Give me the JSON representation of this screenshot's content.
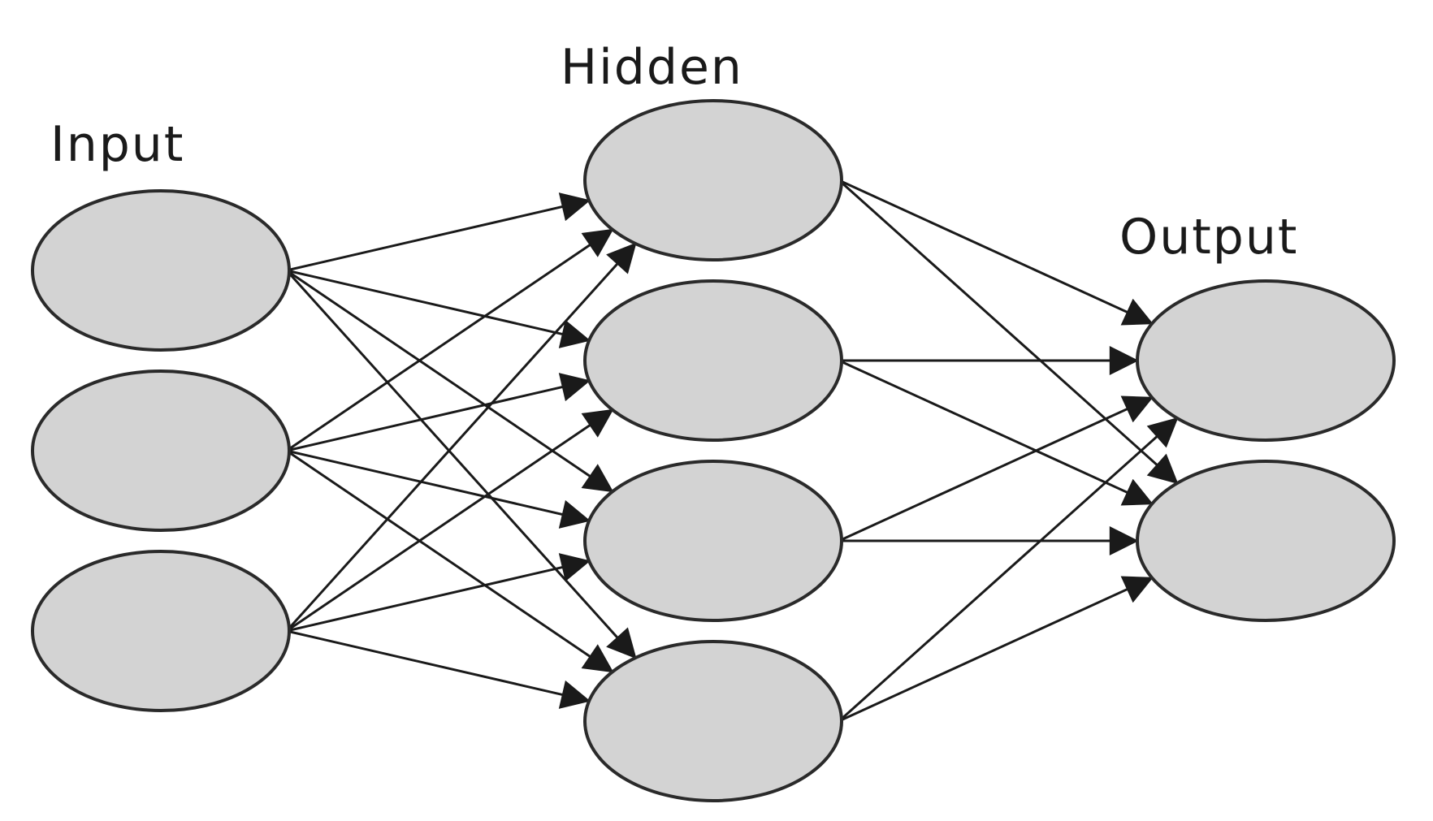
{
  "diagram": {
    "title": "",
    "layers": [
      {
        "id": "input",
        "label": "Input",
        "node_count": 3
      },
      {
        "id": "hidden",
        "label": "Hidden",
        "node_count": 4
      },
      {
        "id": "output",
        "label": "Output",
        "node_count": 2
      }
    ],
    "connections": "fully-connected between adjacent layers",
    "colors": {
      "node_fill": "#d3d3d3",
      "node_stroke": "#2a2a2a",
      "edge": "#1a1a1a",
      "text": "#1a1a1a",
      "background": "#ffffff"
    }
  }
}
